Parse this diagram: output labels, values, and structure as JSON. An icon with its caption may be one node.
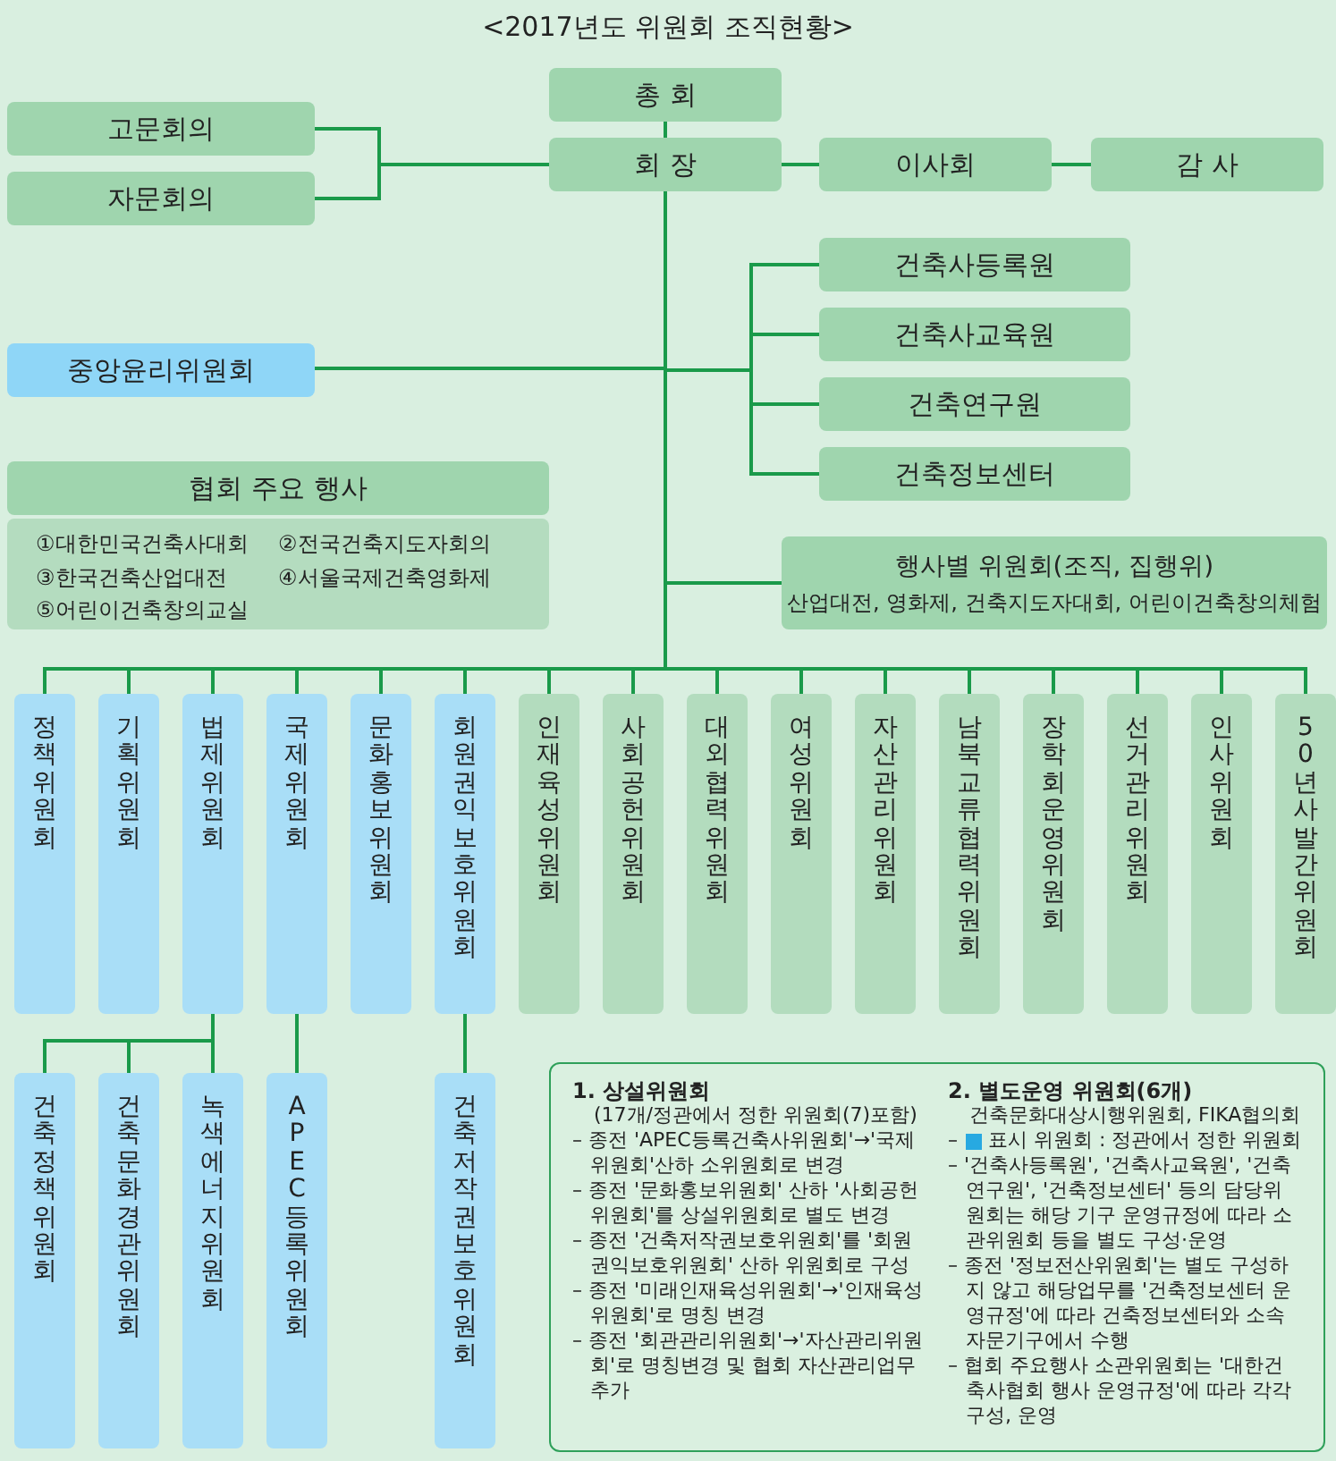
{
  "diagram": {
    "title": "<2017년도 위원회 조직현황>",
    "nodes": [
      {
        "text": [
          "총 회"
        ]
      },
      {
        "text": [
          "고문회의"
        ]
      },
      {
        "text": [
          "자문회의"
        ]
      },
      {
        "text": [
          "회 장"
        ]
      },
      {
        "text": [
          "이사회"
        ]
      },
      {
        "text": [
          "감 사"
        ]
      },
      {
        "text": [
          "건축사등록원"
        ]
      },
      {
        "text": [
          "건축사교육원"
        ]
      },
      {
        "text": [
          "중앙윤리위원회"
        ]
      },
      {
        "text": [
          "건축연구원"
        ]
      },
      {
        "text": [
          "건축정보센터"
        ]
      },
      {
        "text": [
          "협회 주요 행사",
          "①대한민국건축사대회",
          "②전국건축지도자회의",
          "③한국건축산업대전",
          "④서울국제건축영화제",
          "⑤어린이건축창의교실"
        ]
      },
      {
        "text": [
          "행사별 위원회(조직, 집행위)",
          "산업대전, 영화제, 건축지도자대회, 어린이건축창의체험"
        ]
      },
      {
        "text": [
          "정책위원회"
        ]
      },
      {
        "text": [
          "기획위원회"
        ]
      },
      {
        "text": [
          "법제위원회"
        ]
      },
      {
        "text": [
          "국제위원회"
        ]
      },
      {
        "text": [
          "문화홍보위원회"
        ]
      },
      {
        "text": [
          "회원권익보호위원회"
        ]
      },
      {
        "text": [
          "인재육성위원회"
        ]
      },
      {
        "text": [
          "사회공헌위원회"
        ]
      },
      {
        "text": [
          "대외협력위원회"
        ]
      },
      {
        "text": [
          "여성위원회"
        ]
      },
      {
        "text": [
          "자산관리위원회"
        ]
      },
      {
        "text": [
          "남북교류협력위원회"
        ]
      },
      {
        "text": [
          "장학회운영위원회"
        ]
      },
      {
        "text": [
          "선거관리위원회"
        ]
      },
      {
        "text": [
          "인사위원회"
        ]
      },
      {
        "text": [
          "50년사발간위원회"
        ]
      },
      {
        "text": [
          "건축정책위원회"
        ]
      },
      {
        "text": [
          "건축문화경관위원회"
        ]
      },
      {
        "text": [
          "녹색에너지위원회"
        ]
      },
      {
        "text": [
          "APEC등록위원회"
        ]
      },
      {
        "text": [
          "건축저작권보호위원회"
        ]
      },
      {
        "text": [
          "1. 상설위원회",
          "(17개/정관에서 정한 위원회(7)포함)",
          "– 종전 'APEC등록건축사위원회'→'국제위원회'산하 소위원회로 변경",
          "– 종전 '문화홍보위원회' 산하 '사회공헌위원회'를 상설위원회로 별도 변경",
          "– 종전 '건축저작권보호위원회'를 '회원권익보호위원회' 산하 위원회로 구성",
          "– 종전 '미래인재육성위원회'→'인재육성위원회'로 명칭 변경",
          "– 종전 '회관관리위원회'→'자산관리위원회'로 명칭변경 및 협회 자산관리업무 추가",
          "2. 별도운영 위원회(6개)",
          "건축문화대상시행위원회, FIKA협의회",
          "– '건축사등록원', '건축사교육원', '건축연구원', '건축정보센터' 등의 담당위원회는 해당 기구 운영규정에 따라 소관위원회 등을 별도 구성·운영",
          "– 종전 '정보전산위원회'는 별도 구성하지 않고 해당업무를 '건축정보센터 운영규정'에 따라 건축정보센터와 소속 자문기구에서 수행",
          "– 협회 주요행사 소관위원회는 '대한건축사협회 행사 운영규정'에 따라 각각 구성, 운영"
        ]
      }
    ],
    "edges": [
      {
        "from": 0,
        "to": 3,
        "arrow": "none"
      },
      {
        "from": 1,
        "to": 3,
        "arrow": "none"
      },
      {
        "from": 2,
        "to": 3,
        "arrow": "none"
      },
      {
        "from": 3,
        "to": 4,
        "arrow": "none"
      },
      {
        "from": 4,
        "to": 5,
        "arrow": "none"
      },
      {
        "from": 3,
        "to": 6,
        "arrow": "none"
      },
      {
        "from": 3,
        "to": 7,
        "arrow": "none"
      },
      {
        "from": 3,
        "to": 8,
        "arrow": "none"
      },
      {
        "from": 3,
        "to": 9,
        "arrow": "none"
      },
      {
        "from": 3,
        "to": 10,
        "arrow": "none"
      },
      {
        "from": 3,
        "to": 12,
        "arrow": "none"
      },
      {
        "from": 3,
        "to": 13,
        "arrow": "none"
      },
      {
        "from": 3,
        "to": 14,
        "arrow": "none"
      },
      {
        "from": 3,
        "to": 15,
        "arrow": "none"
      },
      {
        "from": 3,
        "to": 16,
        "arrow": "none"
      },
      {
        "from": 3,
        "to": 17,
        "arrow": "none"
      },
      {
        "from": 3,
        "to": 18,
        "arrow": "none"
      },
      {
        "from": 3,
        "to": 19,
        "arrow": "none"
      },
      {
        "from": 3,
        "to": 20,
        "arrow": "none"
      },
      {
        "from": 3,
        "to": 21,
        "arrow": "none"
      },
      {
        "from": 3,
        "to": 22,
        "arrow": "none"
      },
      {
        "from": 3,
        "to": 23,
        "arrow": "none"
      },
      {
        "from": 3,
        "to": 24,
        "arrow": "none"
      },
      {
        "from": 3,
        "to": 25,
        "arrow": "none"
      },
      {
        "from": 3,
        "to": 26,
        "arrow": "none"
      },
      {
        "from": 3,
        "to": 27,
        "arrow": "none"
      },
      {
        "from": 3,
        "to": 28,
        "arrow": "none"
      },
      {
        "from": 15,
        "to": 29,
        "arrow": "none"
      },
      {
        "from": 15,
        "to": 30,
        "arrow": "none"
      },
      {
        "from": 15,
        "to": 31,
        "arrow": "none"
      },
      {
        "from": 16,
        "to": 32,
        "arrow": "none"
      },
      {
        "from": 18,
        "to": 33,
        "arrow": "none"
      }
    ],
    "labels": [
      "–"
    ],
    "legend": [
      {
        "text": "표시 위원회 : 정관에서 정한 위원회",
        "color": "#27a9e1"
      }
    ]
  }
}
